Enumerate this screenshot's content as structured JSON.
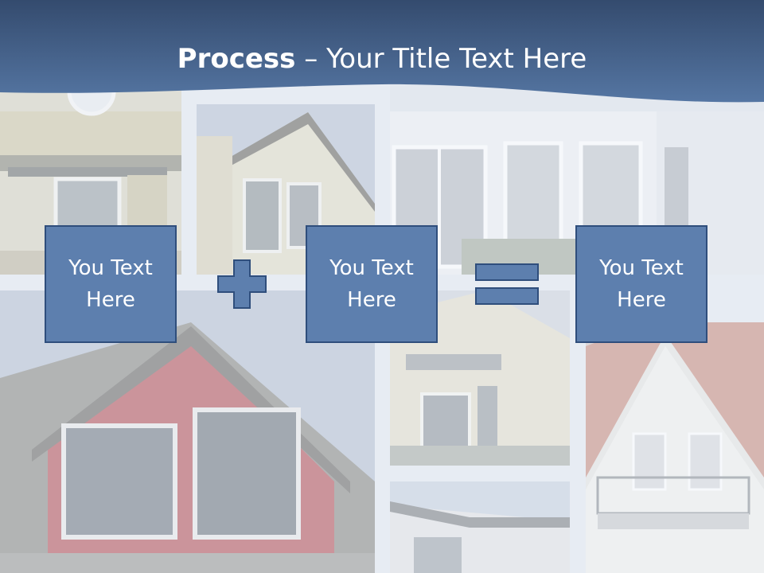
{
  "slide": {
    "title_bold": "Process",
    "title_dash": " – ",
    "title_rest": "Your Title Text Here"
  },
  "process": {
    "boxes": [
      {
        "text": "You Text\nHere"
      },
      {
        "text": "You Text\nHere"
      },
      {
        "text": "You Text\nHere"
      }
    ],
    "operators": [
      "plus-icon",
      "equals-icon"
    ]
  },
  "colors": {
    "header": "#4a6690",
    "box_fill": "#5d7fae",
    "box_border": "#2f4e7c",
    "title_text": "#ffffff"
  }
}
